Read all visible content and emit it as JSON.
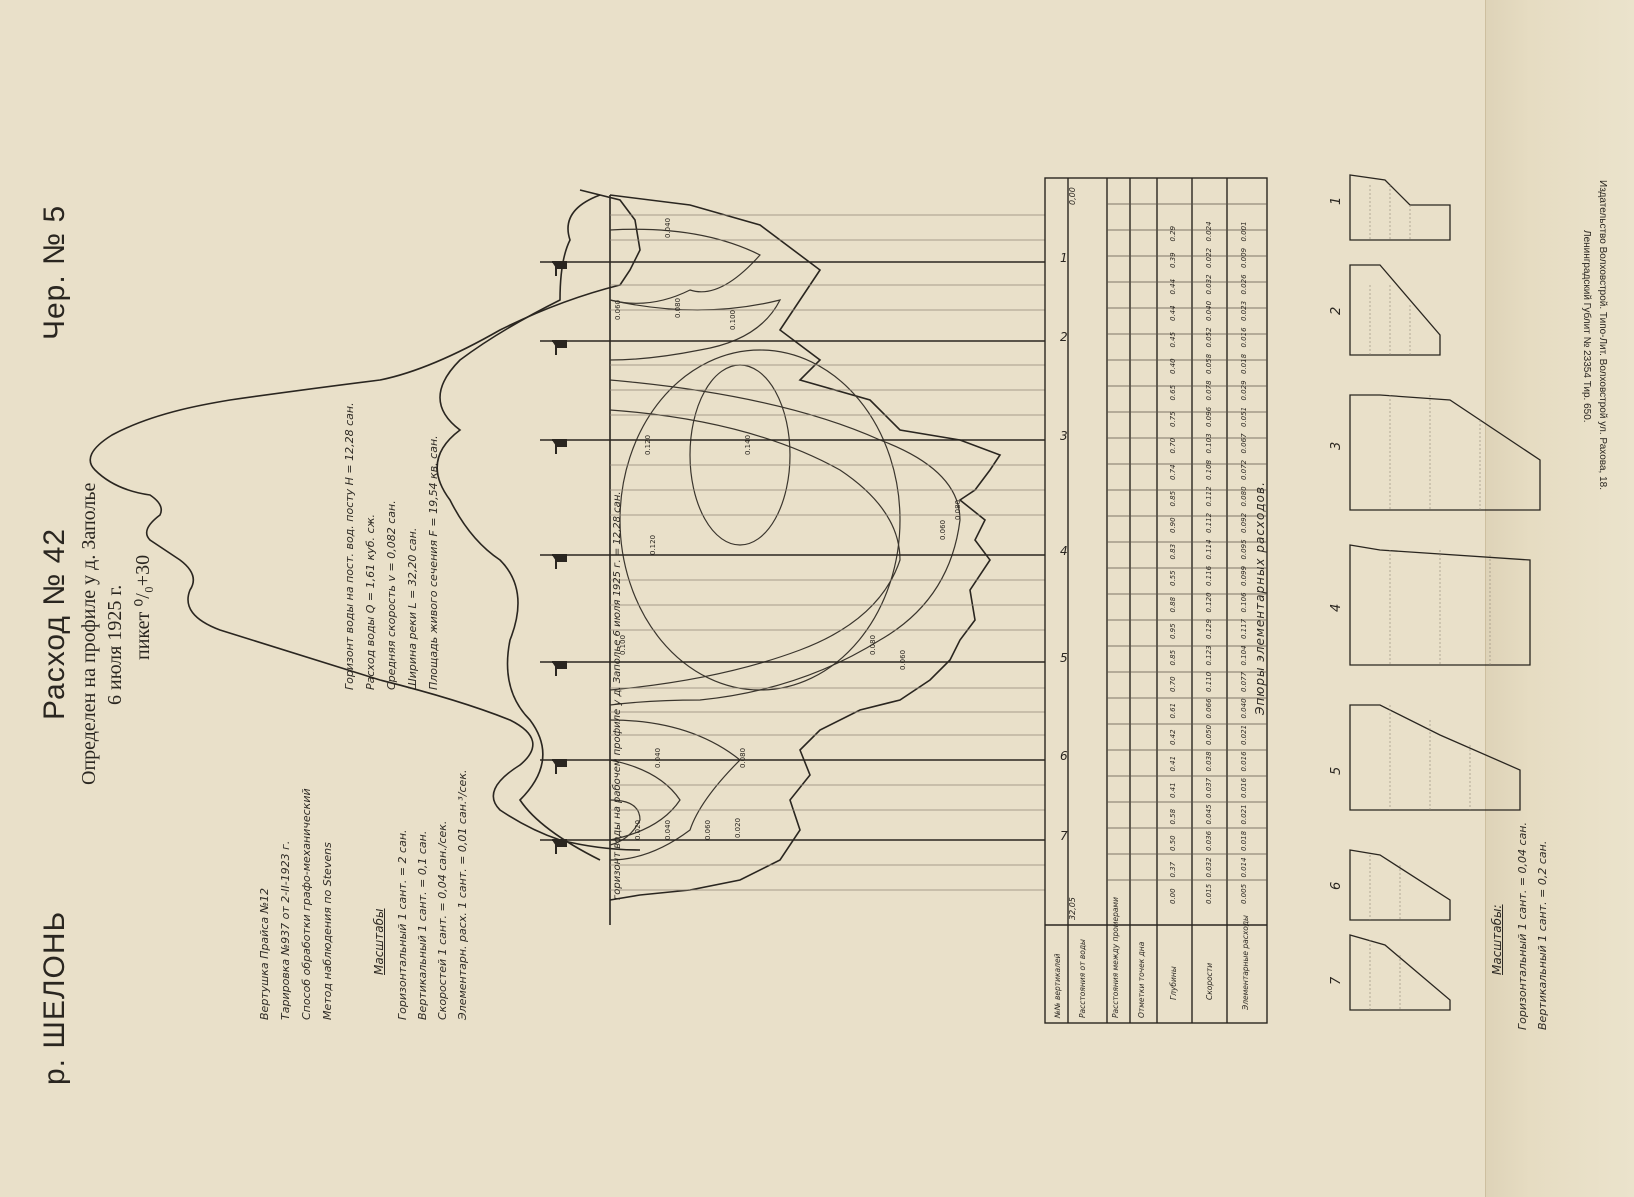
{
  "header": {
    "river": "р. ШЕЛОНЬ",
    "title": "Расход № 42",
    "determined": "Определен на профиле у д. Заполье",
    "date": "6 июля 1925 г.",
    "picket": "пикет ⁰/₀+30",
    "sheet": "Чер. № 5"
  },
  "instrument": {
    "lines": [
      "Вертушка Прайса №12",
      "Тарировка №937 от 2-II-1923 г.",
      "Способ обработки графо-механический",
      "Метод наблюдения по Stevens"
    ]
  },
  "scales_main": {
    "heading": "Масштабы",
    "lines": [
      "Горизонтальный  1 сант. = 2 сан.",
      "Вертикальный  1 сант. = 0,1 сан.",
      "Скоростей  1 сант. = 0,04 сан./сек.",
      "Элементарн. расх.  1 сант. = 0,01 сан.³/сек."
    ]
  },
  "summary": {
    "lines": [
      "Горизонт воды на пост. вод. посту H = 12,28 сан.",
      "Расход воды  Q = 1,61 куб. сж.",
      "Средняя скорость  v = 0,082 сан.",
      "Ширина реки  L = 32,20 сан.",
      "Площадь живого сечения  F = 19,54 кв. сан."
    ]
  },
  "water_line_note": "горизонт воды на рабочем профиле у д. Заполье 6 июля 1925 г. = 12,28 сан.",
  "verticals": [
    "1",
    "2",
    "3",
    "4",
    "5",
    "6",
    "7"
  ],
  "contour_labels": [
    "0.040",
    "0.060",
    "0.080",
    "0.100",
    "0.120",
    "0.140",
    "0.100",
    "0.120",
    "0.080",
    "0.060",
    "0.040",
    "0.020",
    "0.080",
    "0.060",
    "0.040",
    "0.020",
    "0.060",
    "0.080"
  ],
  "table": {
    "row_headers": [
      "№№ вертикалей",
      "Расстояния от воды",
      "Расстояния между промерами",
      "Отметки точек дна",
      "Глубины",
      "Скорости",
      "Элементарные расходы"
    ],
    "distance_start": "32,05",
    "distance_end": "0,00",
    "depth_values": [
      "0.00",
      "0.37",
      "0.50",
      "0.58",
      "0.41",
      "0.41",
      "0.42",
      "0.61",
      "0.70",
      "0.85",
      "0.95",
      "0.88",
      "0.55",
      "0.83",
      "0.90",
      "0.85",
      "0.74",
      "0.70",
      "0.75",
      "0.65",
      "0.40",
      "0.45",
      "0.44",
      "0.44",
      "0.39",
      "0.29"
    ],
    "velocity_values": [
      "0.015",
      "0.032",
      "0.036",
      "0.045",
      "0.037",
      "0.038",
      "0.050",
      "0.066",
      "0.110",
      "0.123",
      "0.129",
      "0.120",
      "0.116",
      "0.114",
      "0.112",
      "0.112",
      "0.108",
      "0.103",
      "0.096",
      "0.078",
      "0.058",
      "0.052",
      "0.040",
      "0.032",
      "0.022",
      "0.024"
    ],
    "discharge_values": [
      "0.005",
      "0.014",
      "0.018",
      "0.021",
      "0.016",
      "0.016",
      "0.021",
      "0.040",
      "0.077",
      "0.104",
      "0.117",
      "0.106",
      "0.099",
      "0.095",
      "0.092",
      "0.080",
      "0.072",
      "0.067",
      "0.051",
      "0.029",
      "0.018",
      "0.016",
      "0.023",
      "0.026",
      "0.009",
      "0.001"
    ]
  },
  "epures": {
    "title": "Эпюры элементарных расходов.",
    "labels": [
      "1",
      "2",
      "3",
      "4",
      "5",
      "6",
      "7"
    ]
  },
  "scales_epures": {
    "heading": "Масштабы:",
    "lines": [
      "Горизонтальный  1 сант. = 0,04 сан.",
      "Вертикальный  1 сант. = 0,2 сан."
    ]
  },
  "imprint": {
    "lines": [
      "Издательство Волховстрой. Типо-Лит. Волховстрой ул. Рахова, 18.",
      "Ленинградский Гублит № 23354    Тир. 650."
    ]
  },
  "colors": {
    "paper": "#e9e0c9",
    "ink": "#2a2620",
    "faint": "#8f8677"
  }
}
